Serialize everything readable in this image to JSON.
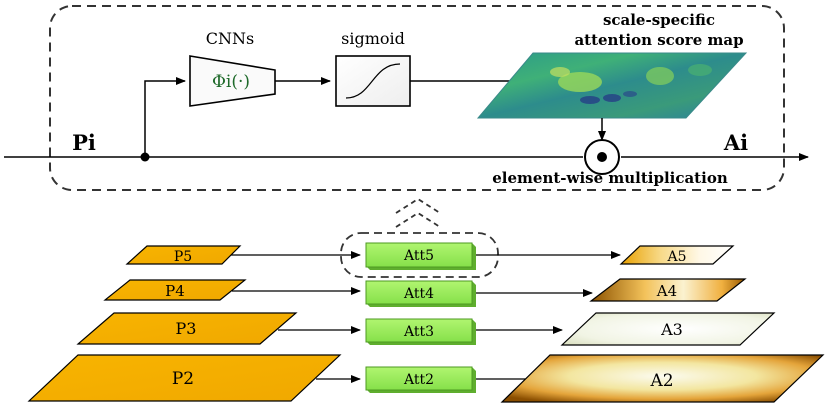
{
  "module": {
    "cnn_label": "CNNs",
    "phi_label": "Φi(·)",
    "sigmoid_label": "sigmoid",
    "score_map_label_line1": "scale-specific",
    "score_map_label_line2": "attention score map",
    "input_label": "Pi",
    "output_label": "Ai",
    "mult_label": "element-wise multiplication"
  },
  "levels": [
    {
      "input": "P5",
      "att": "Att5",
      "output": "A5"
    },
    {
      "input": "P4",
      "att": "Att4",
      "output": "A4"
    },
    {
      "input": "P3",
      "att": "Att3",
      "output": "A3"
    },
    {
      "input": "P2",
      "att": "Att2",
      "output": "A2"
    }
  ],
  "colors": {
    "feature_orange": "#f5b100",
    "att_green": "#99ee55",
    "att_green_dark": "#5fae2e",
    "output_brown": "#9a5a00",
    "phi_green": "#1e6a2a"
  }
}
